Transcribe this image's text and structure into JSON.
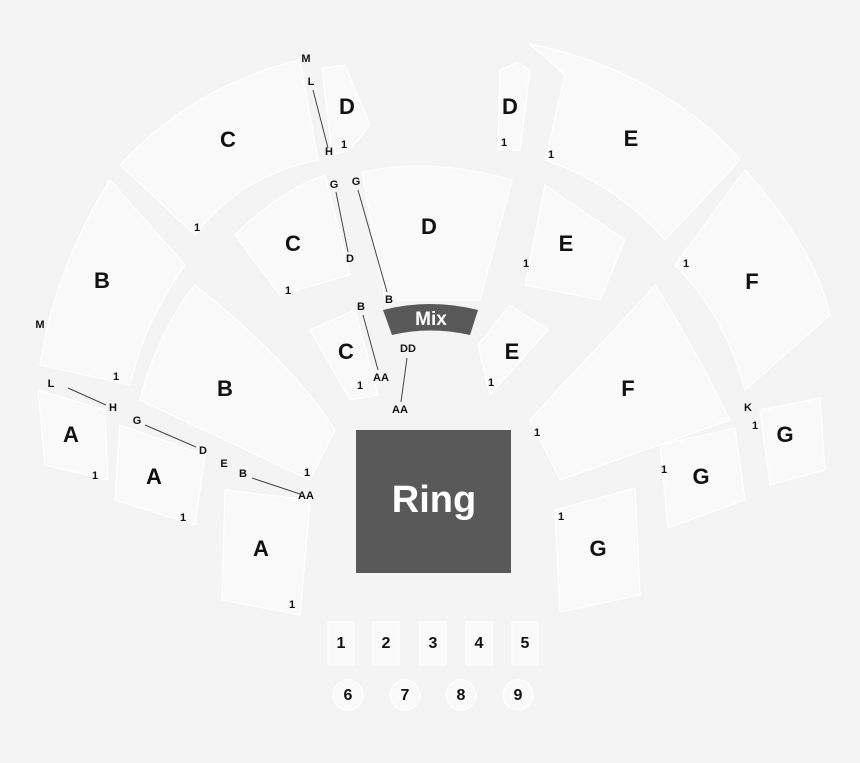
{
  "stage": {
    "ring": "Ring",
    "mix": "Mix"
  },
  "sections": {
    "upper_c": "C",
    "upper_d_left": "D",
    "upper_d_right": "D",
    "upper_e": "E",
    "outer_b": "B",
    "outer_f": "F",
    "inner_c": "C",
    "inner_d": "D",
    "inner_e": "E",
    "lower_b": "B",
    "lower_f": "F",
    "front_c": "C",
    "front_e": "E",
    "a_outer": "A",
    "a_mid": "A",
    "a_front": "A",
    "g_outer": "G",
    "g_mid": "G",
    "g_front": "G"
  },
  "rows": {
    "m_top": "M",
    "l_top": "L",
    "h_top": "H",
    "g_inner_left": "G",
    "g_inner_right": "G",
    "d_inner": "D",
    "b_inner": "B",
    "b_front": "B",
    "dd": "DD",
    "aa_front_c": "AA",
    "aa_under_dd": "AA",
    "m_left": "M",
    "l_left": "L",
    "h_left": "H",
    "g_left": "G",
    "d_left": "D",
    "e_left": "E",
    "b_left": "B",
    "aa_left": "AA",
    "k_right": "K",
    "one": "1"
  },
  "floor_boxes": [
    "1",
    "2",
    "3",
    "4",
    "5"
  ],
  "floor_circles": [
    "6",
    "7",
    "8",
    "9"
  ]
}
